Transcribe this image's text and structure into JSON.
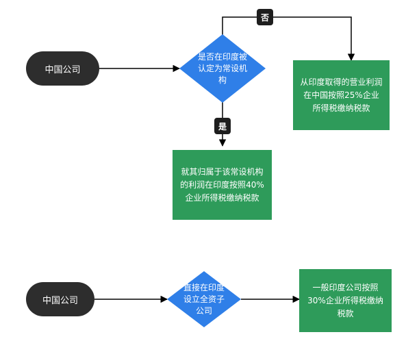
{
  "flow1": {
    "start": "中国公司",
    "decision": "是否在印度被认定为常设机构",
    "no_label": "否",
    "yes_label": "是",
    "no_result": "从印度取得的营业利润在中国按照25%企业所得税缴纳税款",
    "yes_result": "就其归属于该常设机构的利润在印度按照40%企业所得税缴纳税款"
  },
  "flow2": {
    "start": "中国公司",
    "decision": "直接在印度设立全资子公司",
    "result": "一般印度公司按照30%企业所得税缴纳税款"
  },
  "colors": {
    "pill": "#2d2d2d",
    "decision": "#2f7fe8",
    "result": "#2e9b5a",
    "line": "#000000"
  }
}
